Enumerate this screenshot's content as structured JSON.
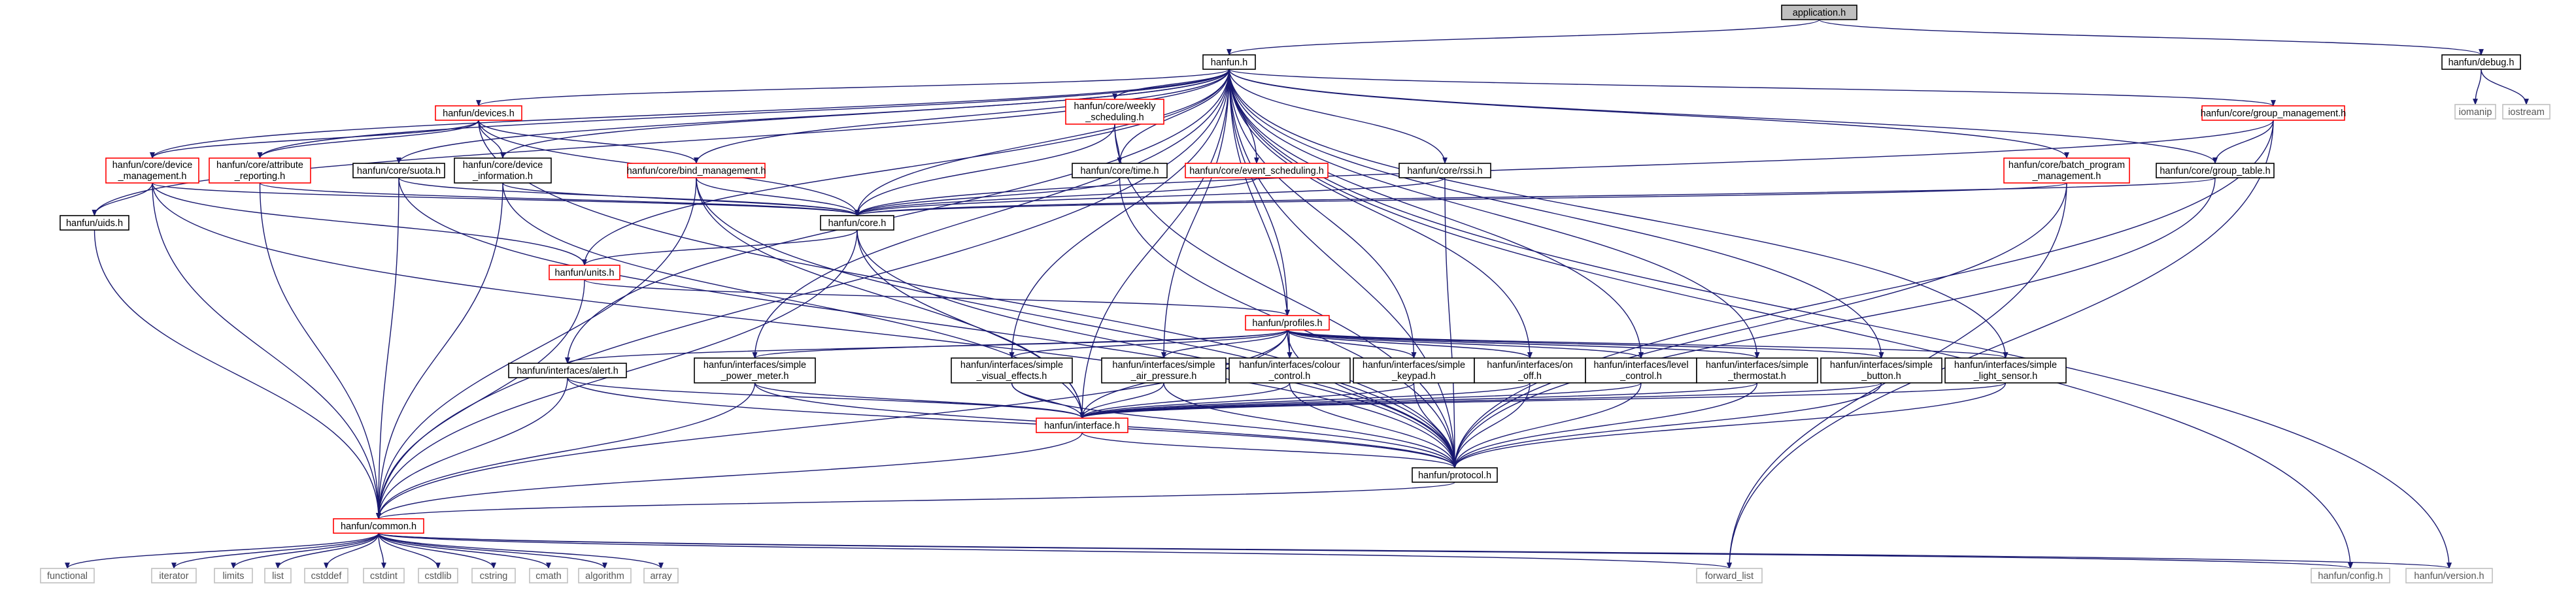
{
  "diagram": {
    "type": "include-dependency-graph",
    "colors": {
      "edge": "#191970",
      "node_border_documented": "#000000",
      "node_border_linked": "#ff0000",
      "node_border_system": "#bfbfbf",
      "root_fill": "#bfbfbf",
      "node_fill": "#ffffff"
    },
    "nodes": [
      {
        "id": "application",
        "label": "application.h",
        "kind": "root"
      },
      {
        "id": "hanfun",
        "label": "hanfun.h",
        "kind": "black"
      },
      {
        "id": "debug",
        "label": "hanfun/debug.h",
        "kind": "black"
      },
      {
        "id": "iomanip",
        "label": "iomanip",
        "kind": "system"
      },
      {
        "id": "iostream",
        "label": "iostream",
        "kind": "system"
      },
      {
        "id": "devices",
        "label": "hanfun/devices.h",
        "kind": "red"
      },
      {
        "id": "weekly1",
        "label": "hanfun/core/weekly",
        "kind": "red",
        "lines": [
          "hanfun/core/weekly",
          "_scheduling.h"
        ]
      },
      {
        "id": "group_mgmt",
        "label": "hanfun/core/group_management.h",
        "kind": "red"
      },
      {
        "id": "device_mgmt",
        "label": "hanfun/core/device",
        "kind": "red",
        "lines": [
          "hanfun/core/device",
          "_management.h"
        ]
      },
      {
        "id": "attr_rep",
        "label": "hanfun/core/attribute",
        "kind": "red",
        "lines": [
          "hanfun/core/attribute",
          "_reporting.h"
        ]
      },
      {
        "id": "suota",
        "label": "hanfun/core/suota.h",
        "kind": "black"
      },
      {
        "id": "device_info",
        "label": "hanfun/core/device",
        "kind": "black",
        "lines": [
          "hanfun/core/device",
          "_information.h"
        ]
      },
      {
        "id": "bind_mgmt",
        "label": "hanfun/core/bind_management.h",
        "kind": "red"
      },
      {
        "id": "time",
        "label": "hanfun/core/time.h",
        "kind": "black"
      },
      {
        "id": "event_sched",
        "label": "hanfun/core/event_scheduling.h",
        "kind": "red"
      },
      {
        "id": "rssi",
        "label": "hanfun/core/rssi.h",
        "kind": "black"
      },
      {
        "id": "batch",
        "label": "hanfun/core/batch_program",
        "kind": "red",
        "lines": [
          "hanfun/core/batch_program",
          "_management.h"
        ]
      },
      {
        "id": "group_table",
        "label": "hanfun/core/group_table.h",
        "kind": "black"
      },
      {
        "id": "uids",
        "label": "hanfun/uids.h",
        "kind": "black"
      },
      {
        "id": "core",
        "label": "hanfun/core.h",
        "kind": "black"
      },
      {
        "id": "units",
        "label": "hanfun/units.h",
        "kind": "red"
      },
      {
        "id": "profiles",
        "label": "hanfun/profiles.h",
        "kind": "red"
      },
      {
        "id": "alert",
        "label": "hanfun/interfaces/alert.h",
        "kind": "black"
      },
      {
        "id": "power_meter",
        "label": "hanfun/interfaces/simple",
        "kind": "black",
        "lines": [
          "hanfun/interfaces/simple",
          "_power_meter.h"
        ]
      },
      {
        "id": "visual",
        "label": "hanfun/interfaces/simple",
        "kind": "black",
        "lines": [
          "hanfun/interfaces/simple",
          "_visual_effects.h"
        ]
      },
      {
        "id": "air",
        "label": "hanfun/interfaces/simple",
        "kind": "black",
        "lines": [
          "hanfun/interfaces/simple",
          "_air_pressure.h"
        ]
      },
      {
        "id": "colour",
        "label": "hanfun/interfaces/colour",
        "kind": "black",
        "lines": [
          "hanfun/interfaces/colour",
          "_control.h"
        ]
      },
      {
        "id": "keypad",
        "label": "hanfun/interfaces/simple",
        "kind": "black",
        "lines": [
          "hanfun/interfaces/simple",
          "_keypad.h"
        ]
      },
      {
        "id": "onoff",
        "label": "hanfun/interfaces/on",
        "kind": "black",
        "lines": [
          "hanfun/interfaces/on",
          "_off.h"
        ]
      },
      {
        "id": "level",
        "label": "hanfun/interfaces/level",
        "kind": "black",
        "lines": [
          "hanfun/interfaces/level",
          "_control.h"
        ]
      },
      {
        "id": "thermostat",
        "label": "hanfun/interfaces/simple",
        "kind": "black",
        "lines": [
          "hanfun/interfaces/simple",
          "_thermostat.h"
        ]
      },
      {
        "id": "button",
        "label": "hanfun/interfaces/simple",
        "kind": "black",
        "lines": [
          "hanfun/interfaces/simple",
          "_button.h"
        ]
      },
      {
        "id": "light",
        "label": "hanfun/interfaces/simple",
        "kind": "black",
        "lines": [
          "hanfun/interfaces/simple",
          "_light_sensor.h"
        ]
      },
      {
        "id": "interface",
        "label": "hanfun/interface.h",
        "kind": "red"
      },
      {
        "id": "protocol",
        "label": "hanfun/protocol.h",
        "kind": "black"
      },
      {
        "id": "common",
        "label": "hanfun/common.h",
        "kind": "red"
      },
      {
        "id": "functional",
        "label": "functional",
        "kind": "system"
      },
      {
        "id": "iterator",
        "label": "iterator",
        "kind": "system"
      },
      {
        "id": "limits",
        "label": "limits",
        "kind": "system"
      },
      {
        "id": "list",
        "label": "list",
        "kind": "system"
      },
      {
        "id": "cstddef",
        "label": "cstddef",
        "kind": "system"
      },
      {
        "id": "cstdint",
        "label": "cstdint",
        "kind": "system"
      },
      {
        "id": "cstdlib",
        "label": "cstdlib",
        "kind": "system"
      },
      {
        "id": "cstring",
        "label": "cstring",
        "kind": "system"
      },
      {
        "id": "cmath",
        "label": "cmath",
        "kind": "system"
      },
      {
        "id": "algorithm",
        "label": "algorithm",
        "kind": "system"
      },
      {
        "id": "array",
        "label": "array",
        "kind": "system"
      },
      {
        "id": "forward_list",
        "label": "forward_list",
        "kind": "system"
      },
      {
        "id": "config",
        "label": "hanfun/config.h",
        "kind": "system"
      },
      {
        "id": "version",
        "label": "hanfun/version.h",
        "kind": "system"
      }
    ],
    "edges": [
      [
        "application",
        "hanfun"
      ],
      [
        "application",
        "debug"
      ],
      [
        "debug",
        "iomanip"
      ],
      [
        "debug",
        "iostream"
      ],
      [
        "hanfun",
        "devices"
      ],
      [
        "hanfun",
        "weekly1"
      ],
      [
        "hanfun",
        "group_mgmt"
      ],
      [
        "hanfun",
        "device_mgmt"
      ],
      [
        "hanfun",
        "attr_rep"
      ],
      [
        "hanfun",
        "suota"
      ],
      [
        "hanfun",
        "device_info"
      ],
      [
        "hanfun",
        "bind_mgmt"
      ],
      [
        "hanfun",
        "time"
      ],
      [
        "hanfun",
        "event_sched"
      ],
      [
        "hanfun",
        "rssi"
      ],
      [
        "hanfun",
        "batch"
      ],
      [
        "hanfun",
        "group_table"
      ],
      [
        "hanfun",
        "uids"
      ],
      [
        "hanfun",
        "core"
      ],
      [
        "hanfun",
        "units"
      ],
      [
        "hanfun",
        "profiles"
      ],
      [
        "hanfun",
        "alert"
      ],
      [
        "hanfun",
        "power_meter"
      ],
      [
        "hanfun",
        "visual"
      ],
      [
        "hanfun",
        "air"
      ],
      [
        "hanfun",
        "colour"
      ],
      [
        "hanfun",
        "keypad"
      ],
      [
        "hanfun",
        "onoff"
      ],
      [
        "hanfun",
        "level"
      ],
      [
        "hanfun",
        "thermostat"
      ],
      [
        "hanfun",
        "button"
      ],
      [
        "hanfun",
        "light"
      ],
      [
        "hanfun",
        "interface"
      ],
      [
        "hanfun",
        "protocol"
      ],
      [
        "hanfun",
        "common"
      ],
      [
        "hanfun",
        "config"
      ],
      [
        "hanfun",
        "version"
      ],
      [
        "devices",
        "device_mgmt"
      ],
      [
        "devices",
        "attr_rep"
      ],
      [
        "devices",
        "device_info"
      ],
      [
        "devices",
        "bind_mgmt"
      ],
      [
        "devices",
        "core"
      ],
      [
        "devices",
        "protocol"
      ],
      [
        "weekly1",
        "time"
      ],
      [
        "weekly1",
        "core"
      ],
      [
        "weekly1",
        "protocol"
      ],
      [
        "group_mgmt",
        "group_table"
      ],
      [
        "group_mgmt",
        "core"
      ],
      [
        "group_mgmt",
        "protocol"
      ],
      [
        "group_mgmt",
        "forward_list"
      ],
      [
        "device_mgmt",
        "uids"
      ],
      [
        "device_mgmt",
        "units"
      ],
      [
        "device_mgmt",
        "core"
      ],
      [
        "device_mgmt",
        "common"
      ],
      [
        "device_mgmt",
        "protocol"
      ],
      [
        "attr_rep",
        "core"
      ],
      [
        "attr_rep",
        "common"
      ],
      [
        "suota",
        "core"
      ],
      [
        "suota",
        "common"
      ],
      [
        "suota",
        "protocol"
      ],
      [
        "device_info",
        "core"
      ],
      [
        "device_info",
        "common"
      ],
      [
        "device_info",
        "interface"
      ],
      [
        "bind_mgmt",
        "core"
      ],
      [
        "bind_mgmt",
        "common"
      ],
      [
        "bind_mgmt",
        "interface"
      ],
      [
        "bind_mgmt",
        "protocol"
      ],
      [
        "time",
        "core"
      ],
      [
        "time",
        "protocol"
      ],
      [
        "event_sched",
        "core"
      ],
      [
        "rssi",
        "core"
      ],
      [
        "rssi",
        "protocol"
      ],
      [
        "batch",
        "core"
      ],
      [
        "batch",
        "protocol"
      ],
      [
        "batch",
        "forward_list"
      ],
      [
        "group_table",
        "core"
      ],
      [
        "group_table",
        "protocol"
      ],
      [
        "uids",
        "common"
      ],
      [
        "core",
        "units"
      ],
      [
        "core",
        "interface"
      ],
      [
        "core",
        "protocol"
      ],
      [
        "core",
        "common"
      ],
      [
        "units",
        "profiles"
      ],
      [
        "units",
        "common"
      ],
      [
        "profiles",
        "alert"
      ],
      [
        "profiles",
        "power_meter"
      ],
      [
        "profiles",
        "visual"
      ],
      [
        "profiles",
        "air"
      ],
      [
        "profiles",
        "colour"
      ],
      [
        "profiles",
        "keypad"
      ],
      [
        "profiles",
        "onoff"
      ],
      [
        "profiles",
        "level"
      ],
      [
        "profiles",
        "thermostat"
      ],
      [
        "profiles",
        "button"
      ],
      [
        "profiles",
        "light"
      ],
      [
        "profiles",
        "interface"
      ],
      [
        "profiles",
        "protocol"
      ],
      [
        "profiles",
        "common"
      ],
      [
        "alert",
        "interface"
      ],
      [
        "alert",
        "protocol"
      ],
      [
        "alert",
        "common"
      ],
      [
        "power_meter",
        "interface"
      ],
      [
        "power_meter",
        "protocol"
      ],
      [
        "power_meter",
        "common"
      ],
      [
        "visual",
        "interface"
      ],
      [
        "visual",
        "protocol"
      ],
      [
        "air",
        "interface"
      ],
      [
        "air",
        "protocol"
      ],
      [
        "colour",
        "interface"
      ],
      [
        "colour",
        "protocol"
      ],
      [
        "keypad",
        "interface"
      ],
      [
        "keypad",
        "protocol"
      ],
      [
        "onoff",
        "interface"
      ],
      [
        "onoff",
        "protocol"
      ],
      [
        "level",
        "interface"
      ],
      [
        "level",
        "protocol"
      ],
      [
        "thermostat",
        "interface"
      ],
      [
        "thermostat",
        "protocol"
      ],
      [
        "button",
        "interface"
      ],
      [
        "button",
        "protocol"
      ],
      [
        "light",
        "interface"
      ],
      [
        "light",
        "protocol"
      ],
      [
        "interface",
        "protocol"
      ],
      [
        "interface",
        "common"
      ],
      [
        "protocol",
        "common"
      ],
      [
        "common",
        "functional"
      ],
      [
        "common",
        "iterator"
      ],
      [
        "common",
        "limits"
      ],
      [
        "common",
        "list"
      ],
      [
        "common",
        "cstddef"
      ],
      [
        "common",
        "cstdint"
      ],
      [
        "common",
        "cstdlib"
      ],
      [
        "common",
        "cstring"
      ],
      [
        "common",
        "cmath"
      ],
      [
        "common",
        "algorithm"
      ],
      [
        "common",
        "array"
      ],
      [
        "common",
        "forward_list"
      ],
      [
        "common",
        "config"
      ],
      [
        "common",
        "version"
      ]
    ]
  }
}
